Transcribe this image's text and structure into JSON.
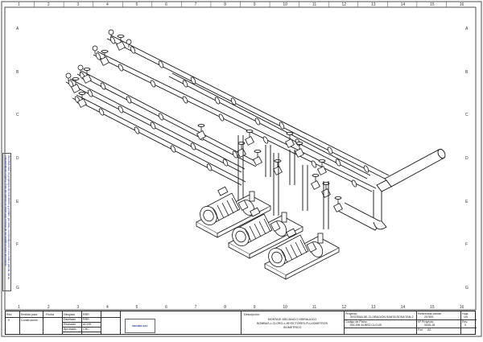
{
  "grid": {
    "columns": [
      "1",
      "2",
      "3",
      "4",
      "5",
      "6",
      "7",
      "8",
      "9",
      "10",
      "11",
      "12",
      "13",
      "14",
      "15",
      "16"
    ],
    "rows": [
      "A",
      "B",
      "C",
      "D",
      "E",
      "F",
      "G"
    ]
  },
  "side_note": "INCOMA SAC es propietario de este diseño y prohíbe, por tanto, su reproducción o uso, total o parcial, sin su consentimiento expreso. Este documento se emite bajo reserva de las modificaciones necesarias",
  "title_block": {
    "rev_header": "Rev.",
    "rev_value": "0",
    "emitido_header": "Emitido para",
    "emitido_value": "Construcción",
    "fecha_header": "Fecha",
    "roles": [
      {
        "role": "Dibujado",
        "name": "RRR"
      },
      {
        "role": "Diseñado",
        "name": "RRR"
      },
      {
        "role": "Revisado",
        "name": "ACHH"
      },
      {
        "role": "Aprobado",
        "name": "CHC"
      }
    ],
    "logo_text": "INCOMA SAC",
    "descripcion_label": "Descripción:",
    "descripcion_lines": [
      "MONTAJE MECANICO HIDRAULICO",
      "BOMBAS-L.CLORO-L.INYECTORES-FLUJOMETROS",
      "ISOMETRICO"
    ],
    "proyecto_label": "Proyecto:",
    "proyecto_value": "SISTEMA DE CLORACION SANTA ROSA TAN-2",
    "codigo_label": "Código de Plano:",
    "codigo_value": "INC-BH-M-SED-CLO-I/5",
    "referencia_label": "Referencia cliente:",
    "referencia_value": "2078/S",
    "hoja_label": "Hoja",
    "hoja_value": "1/9",
    "nproyecto_label": "Nº Proyecto:",
    "nproyecto_value": "0005-18",
    "rev_label": "Rev.",
    "rev_block_value": "0",
    "formato_label": "Fmt",
    "formato_value": "A3"
  }
}
